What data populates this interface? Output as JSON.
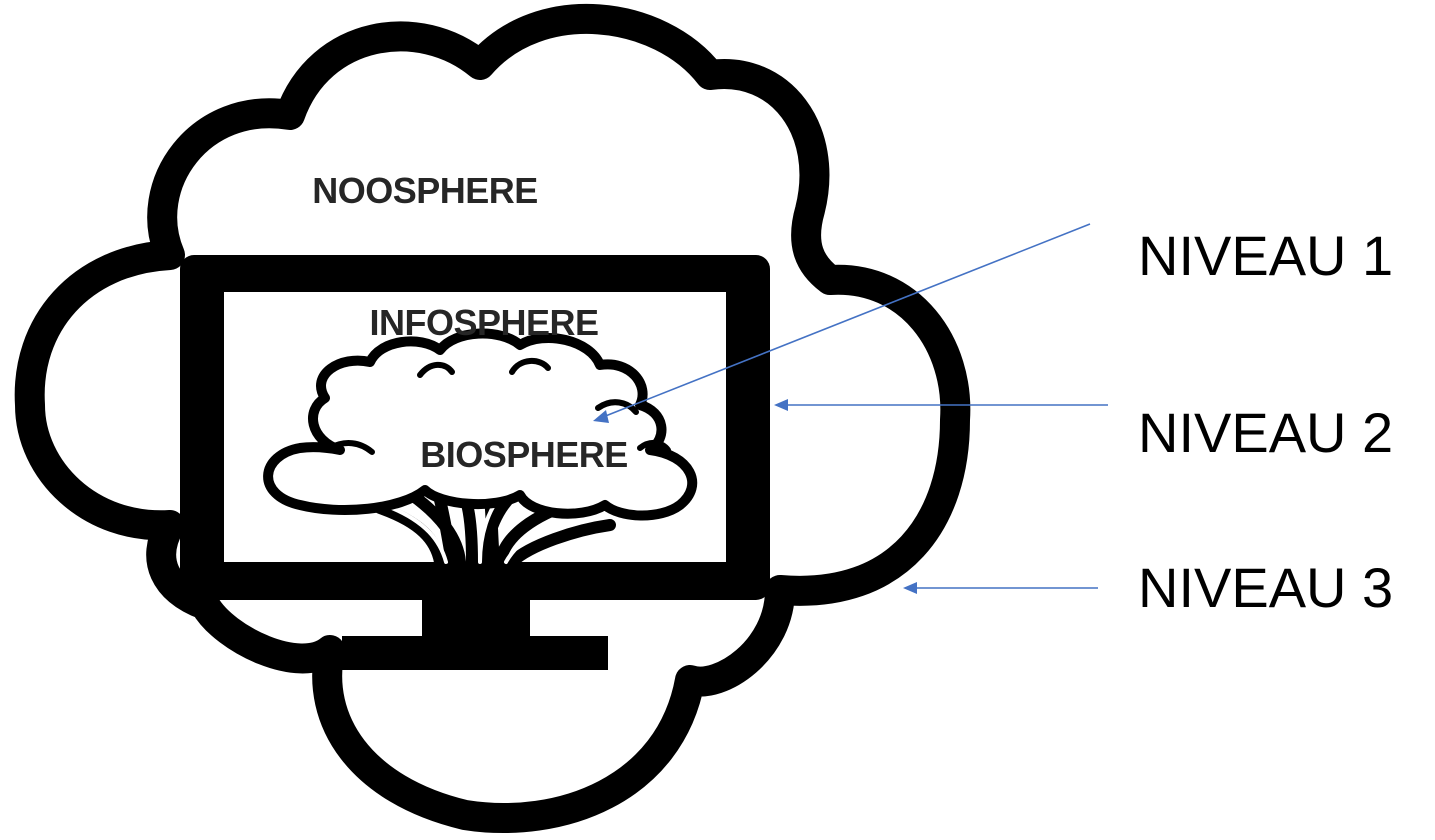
{
  "spheres": {
    "outer": "NOOSPHERE",
    "middle": "INFOSPHERE",
    "inner": "BIOSPHERE"
  },
  "levels": [
    {
      "label": "NIVEAU 1",
      "points_to": "BIOSPHERE"
    },
    {
      "label": "NIVEAU 2",
      "points_to": "INFOSPHERE"
    },
    {
      "label": "NIVEAU 3",
      "points_to": "NOOSPHERE"
    }
  ],
  "colors": {
    "outline": "#000000",
    "sphere_text": "#262626",
    "arrows": "#4472c4"
  }
}
